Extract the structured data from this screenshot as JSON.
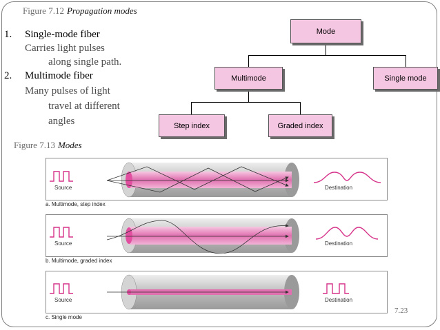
{
  "figure_712": {
    "number": "Figure 7.12",
    "title": "Propagation modes"
  },
  "figure_713": {
    "number": "Figure 7.13",
    "title": "Modes"
  },
  "list": [
    {
      "num": "1.",
      "heading": "Single-mode fiber",
      "lines": [
        "Carries light pulses",
        "along single path."
      ]
    },
    {
      "num": "2.",
      "heading": "Multimode fiber",
      "lines": [
        "Many pulses of light",
        "travel at different",
        "angles"
      ]
    }
  ],
  "tree": {
    "root": "Mode",
    "multimode": "Multimode",
    "single": "Single mode",
    "step": "Step index",
    "graded": "Graded index"
  },
  "panels": [
    {
      "caption": "a. Multimode, step index",
      "source": "Source",
      "destination": "Destination"
    },
    {
      "caption": "b. Multimode, graded index",
      "source": "Source",
      "destination": "Destination"
    },
    {
      "caption": "c. Single mode",
      "source": "Source",
      "destination": "Destination"
    }
  ],
  "page_number": "7.23",
  "colors": {
    "node_fill": "#f5c6e2",
    "signal": "#d6338a",
    "core": "#e98ac3",
    "cladding": "#c8c8c8"
  }
}
